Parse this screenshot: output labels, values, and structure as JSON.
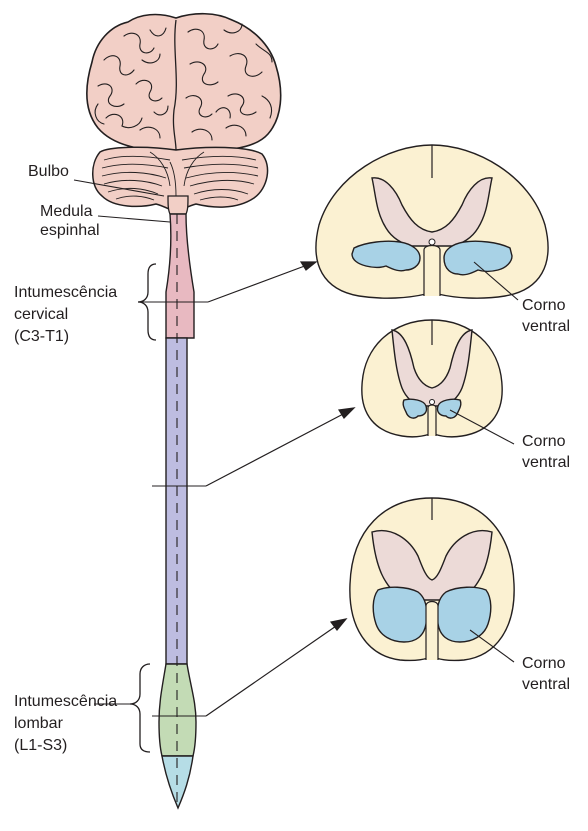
{
  "labels": {
    "bulbo": "Bulbo",
    "medula_l1": "Medula",
    "medula_l2": "espinhal",
    "cervical_l1": "Intumescência",
    "cervical_l2": "cervical",
    "cervical_l3": "(C3-T1)",
    "lombar_l1": "Intumescência",
    "lombar_l2": "lombar",
    "lombar_l3": "(L1-S3)",
    "corno1_l1": "Corno",
    "corno1_l2": "ventral",
    "corno2_l1": "Corno",
    "corno2_l2": "ventral",
    "corno3_l1": "Corno",
    "corno3_l2": "ventral"
  },
  "colors": {
    "brain": "#f2cfc6",
    "outline": "#231f20",
    "cord_pink": "#e8b9c1",
    "cord_lavender": "#bdbce0",
    "cord_green": "#c3dbb5",
    "cord_blue": "#b6dde6",
    "white_matter": "#fbf1d2",
    "gray_matter": "#ecdad7",
    "ventral_horn": "#a8d2e6"
  }
}
